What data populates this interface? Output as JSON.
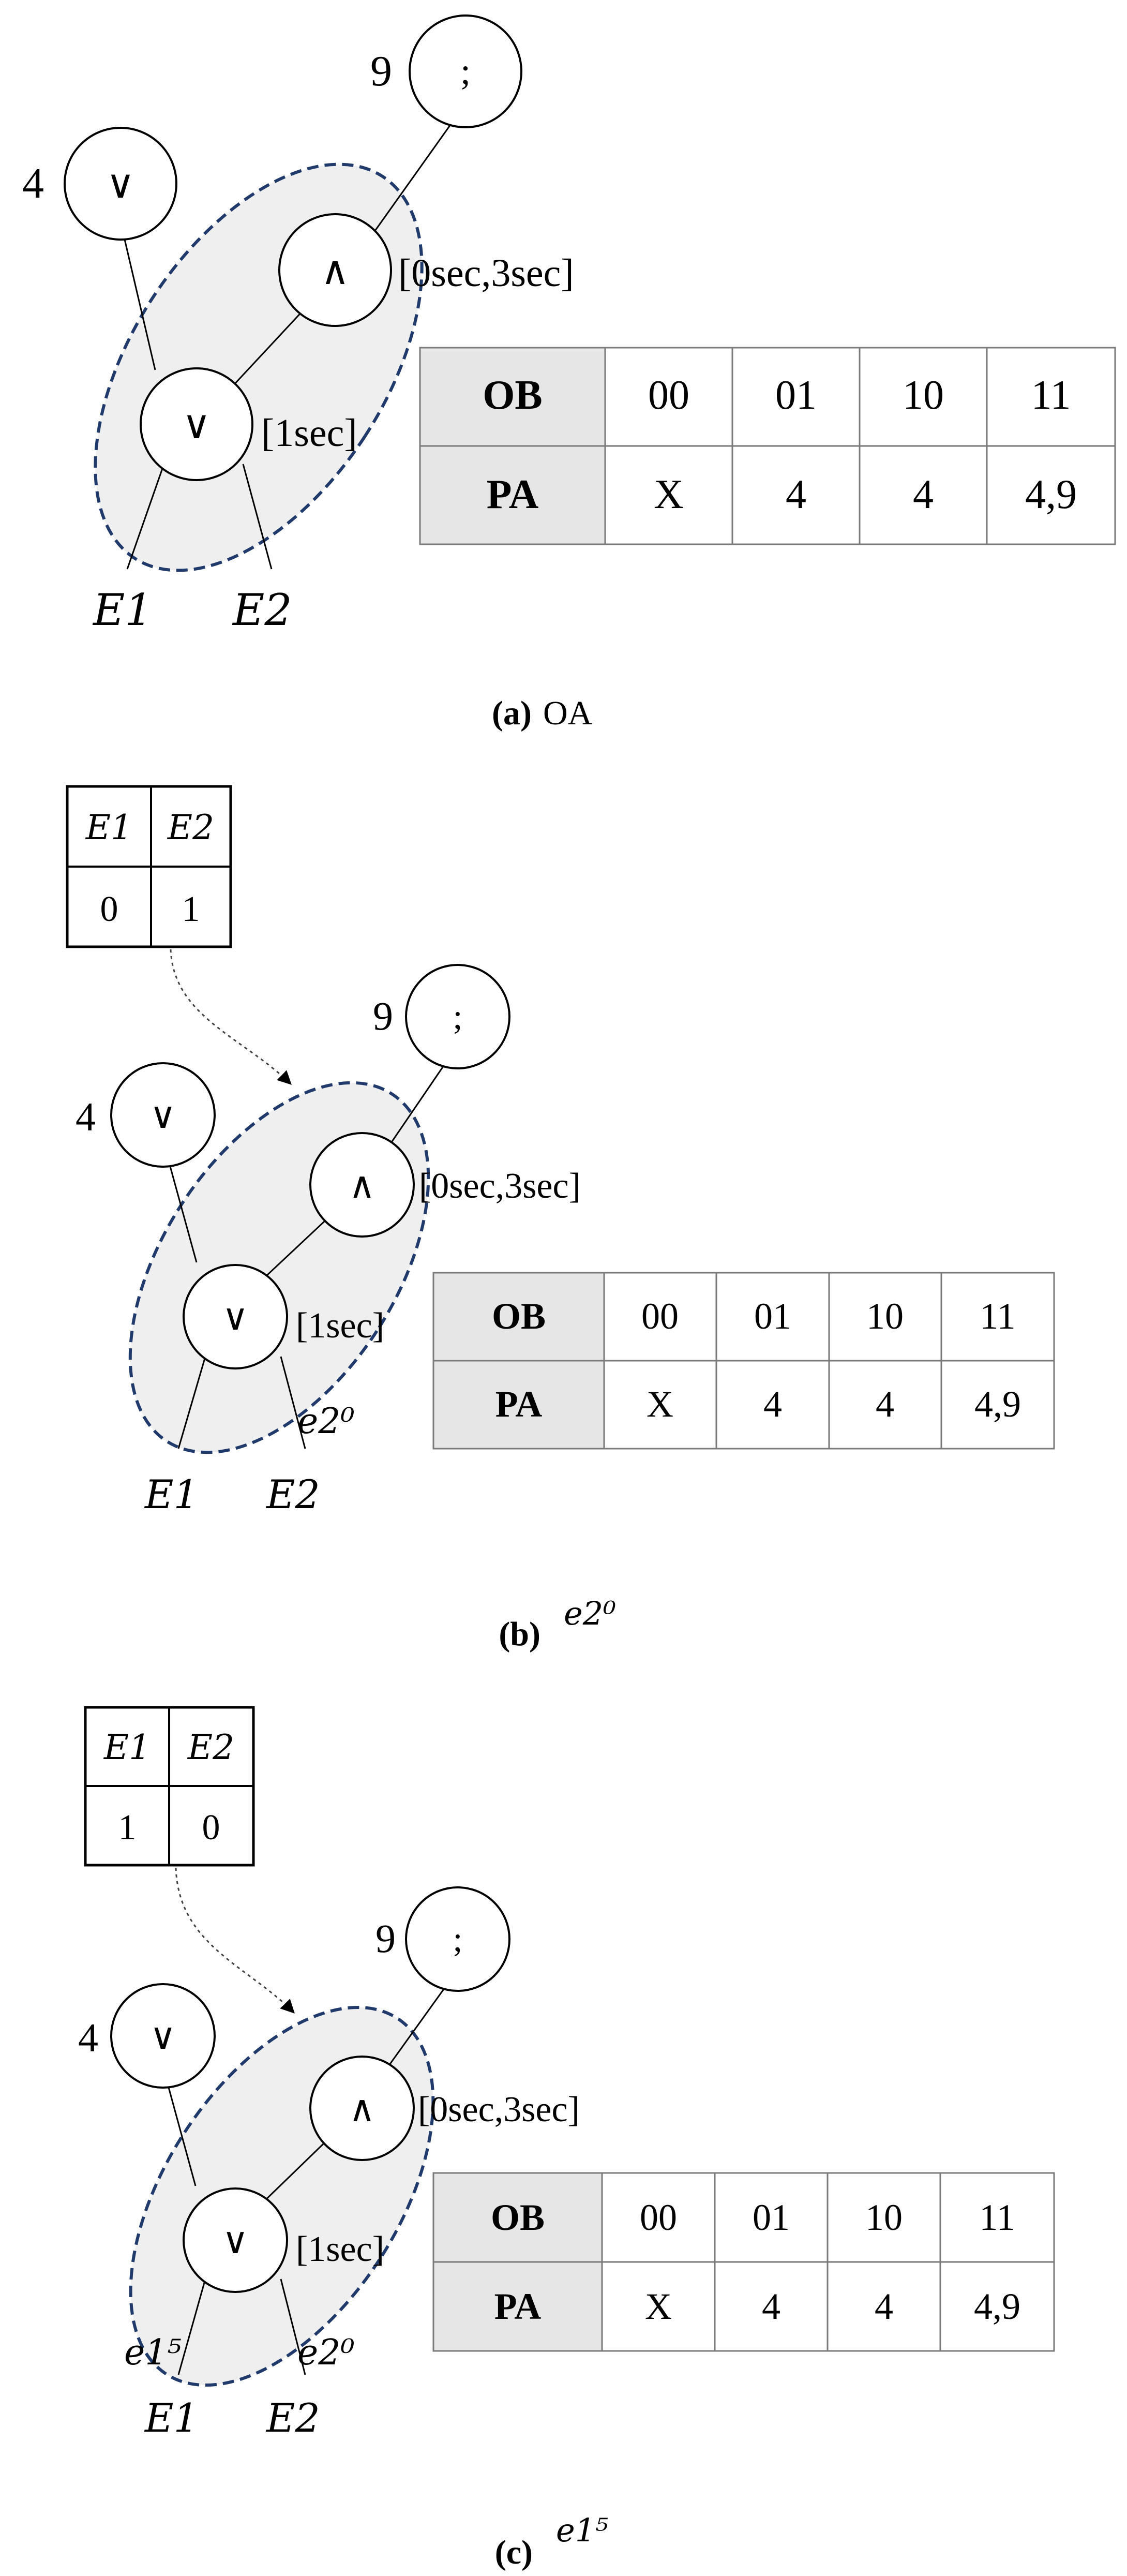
{
  "panels": [
    {
      "node_right": {
        "id": "9",
        "op": ";"
      },
      "node_left": {
        "id": "4",
        "op": "∨"
      },
      "node_and": {
        "op": "∧",
        "interval": "[0sec,3sec]"
      },
      "node_or": {
        "op": "∨",
        "interval": "[1sec]"
      },
      "leaf_1": "E1",
      "leaf_2": "E2",
      "event_1": "",
      "event_2": "",
      "state_table": null,
      "table": {
        "row1_head": "OB",
        "row1": [
          "00",
          "01",
          "10",
          "11"
        ],
        "row2_head": "PA",
        "row2": [
          "X",
          "4",
          "4",
          "4,9"
        ]
      },
      "caption": {
        "label": "(a)",
        "text": "OA"
      }
    },
    {
      "node_right": {
        "id": "9",
        "op": ";"
      },
      "node_left": {
        "id": "4",
        "op": "∨"
      },
      "node_and": {
        "op": "∧",
        "interval": "[0sec,3sec]"
      },
      "node_or": {
        "op": "∨",
        "interval": "[1sec]"
      },
      "leaf_1": "E1",
      "leaf_2": "E2",
      "event_1": "",
      "event_2": "e2⁰",
      "state_table": {
        "head": [
          "E1",
          "E2"
        ],
        "values": [
          "0",
          "1"
        ]
      },
      "table": {
        "row1_head": "OB",
        "row1": [
          "00",
          "01",
          "10",
          "11"
        ],
        "row2_head": "PA",
        "row2": [
          "X",
          "4",
          "4",
          "4,9"
        ]
      },
      "caption": {
        "label": "(b)",
        "text": "e2⁰"
      }
    },
    {
      "node_right": {
        "id": "9",
        "op": ";"
      },
      "node_left": {
        "id": "4",
        "op": "∨"
      },
      "node_and": {
        "op": "∧",
        "interval": "[0sec,3sec]"
      },
      "node_or": {
        "op": "∨",
        "interval": "[1sec]"
      },
      "leaf_1": "E1",
      "leaf_2": "E2",
      "event_1": "e1⁵",
      "event_2": "e2⁰",
      "state_table": {
        "head": [
          "E1",
          "E2"
        ],
        "values": [
          "1",
          "0"
        ]
      },
      "table": {
        "row1_head": "OB",
        "row1": [
          "00",
          "01",
          "10",
          "11"
        ],
        "row2_head": "PA",
        "row2": [
          "X",
          "4",
          "4",
          "4,9"
        ]
      },
      "caption": {
        "label": "(c)",
        "text": "e1⁵"
      }
    }
  ]
}
